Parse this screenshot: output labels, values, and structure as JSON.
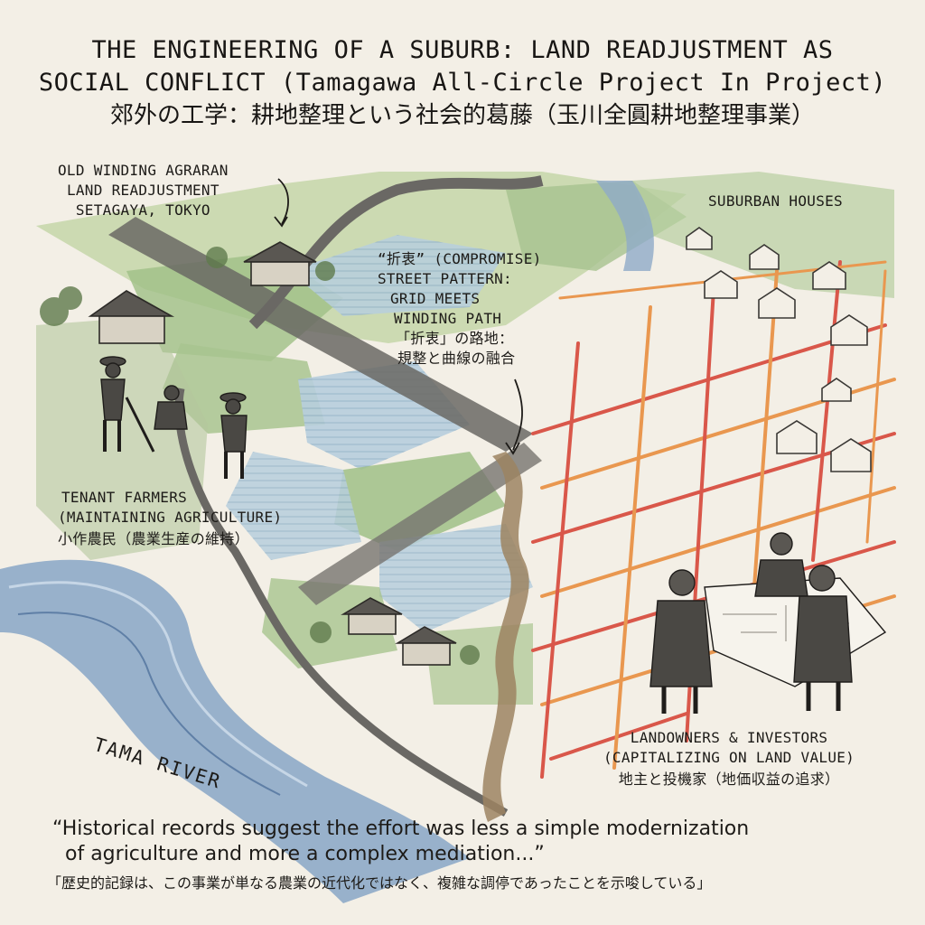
{
  "title": {
    "line1": "THE ENGINEERING OF A SUBURB: LAND READJUSTMENT AS",
    "line2": "SOCIAL CONFLICT (Tamagawa All-Circle Project  In Project)",
    "line3_jp": "郊外の工学：耕地整理という社会的葛藤（玉川全圓耕地整理事業）"
  },
  "labels": {
    "old_winding": [
      "OLD WINDING AGRARAN",
      "LAND READJUSTMENT",
      "SETAGAYA, TOKYO"
    ],
    "suburban_houses": "SUBURBAN HOUSES",
    "compromise": [
      "“折衷” (COMPROMISE)",
      "STREET PATTERN:",
      "GRID MEETS",
      "WINDING PATH"
    ],
    "compromise_jp": [
      "「折衷」の路地：",
      "規整と曲線の融合"
    ],
    "tenant_farmers": [
      "TENANT FARMERS",
      "(MAINTAINING AGRICULTURE)"
    ],
    "tenant_farmers_jp": "小作農民（農業生産の維持）",
    "landowners": [
      "LANDOWNERS & INVESTORS",
      "(CAPITALIZING ON LAND VALUE)"
    ],
    "landowners_jp": "地主と投機家（地価収益の追求）",
    "river": "TAMA RIVER"
  },
  "quote": {
    "line1": "“Historical records suggest the effort was less a simple modernization",
    "line2": "of agriculture and more a complex mediation...”",
    "line3_jp": "「歴史的記録は、この事業が単なる農業の近代化ではなく、複雑な調停であったことを示唆している」"
  },
  "colors": {
    "paper": "#f3efe6",
    "field_green": "#9fbf86",
    "paddy_blue": "#a9c3d6",
    "river_blue": "#7f9fc0",
    "road_gray": "#6a6864",
    "grid_red": "#d9574a",
    "grid_orange": "#e9974f",
    "dirt_path": "#9c8462"
  }
}
